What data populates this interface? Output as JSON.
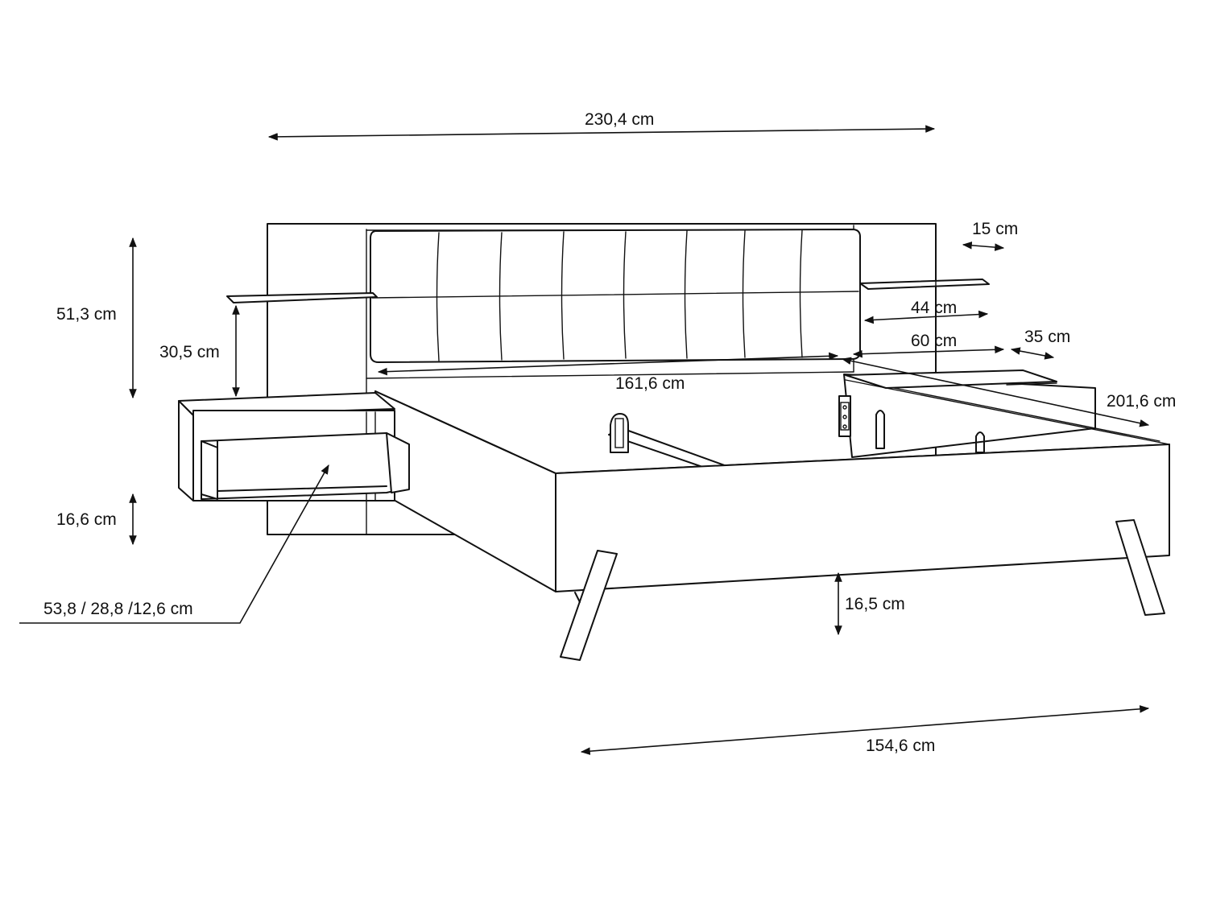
{
  "dimensions": {
    "overall_width": "230,4 cm",
    "headboard_height": "51,3 cm",
    "shelf_height": "30,5 cm",
    "nightstand_height": "16,6 cm",
    "nightstand_size": "53,8 / 28,8 /12,6 cm",
    "inner_width": "161,6 cm",
    "shelf_depth_thickness": "15 cm",
    "shelf_length_44": "44 cm",
    "shelf_length_60": "60 cm",
    "side_offset": "35 cm",
    "overall_length": "201,6 cm",
    "leg_height": "16,5 cm",
    "frame_width": "154,6 cm"
  },
  "colors": {
    "line": "#111111",
    "background": "#ffffff"
  }
}
